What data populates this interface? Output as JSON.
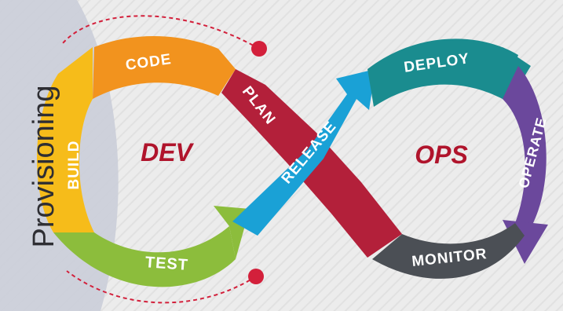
{
  "side_label": "Provisioning",
  "dev_label": "DEV",
  "ops_label": "OPS",
  "stages": {
    "code": "CODE",
    "build": "BUILD",
    "test": "TEST",
    "plan": "PLAN",
    "release": "RELEASE",
    "deploy": "DEPLOY",
    "operate": "OPERATE",
    "monitor": "MONITOR"
  },
  "colors": {
    "code": "#f2931e",
    "build": "#f6bc1a",
    "test": "#8cbd3c",
    "plan": "#b3203a",
    "release": "#1aa1d6",
    "deploy": "#1a8c8f",
    "operate": "#6b489c",
    "monitor": "#4b4f55",
    "dev_text": "#b0142c",
    "ops_text": "#b0142c",
    "dot": "#d3203b",
    "panel": "#c9ccd8",
    "background": "#ececec"
  }
}
